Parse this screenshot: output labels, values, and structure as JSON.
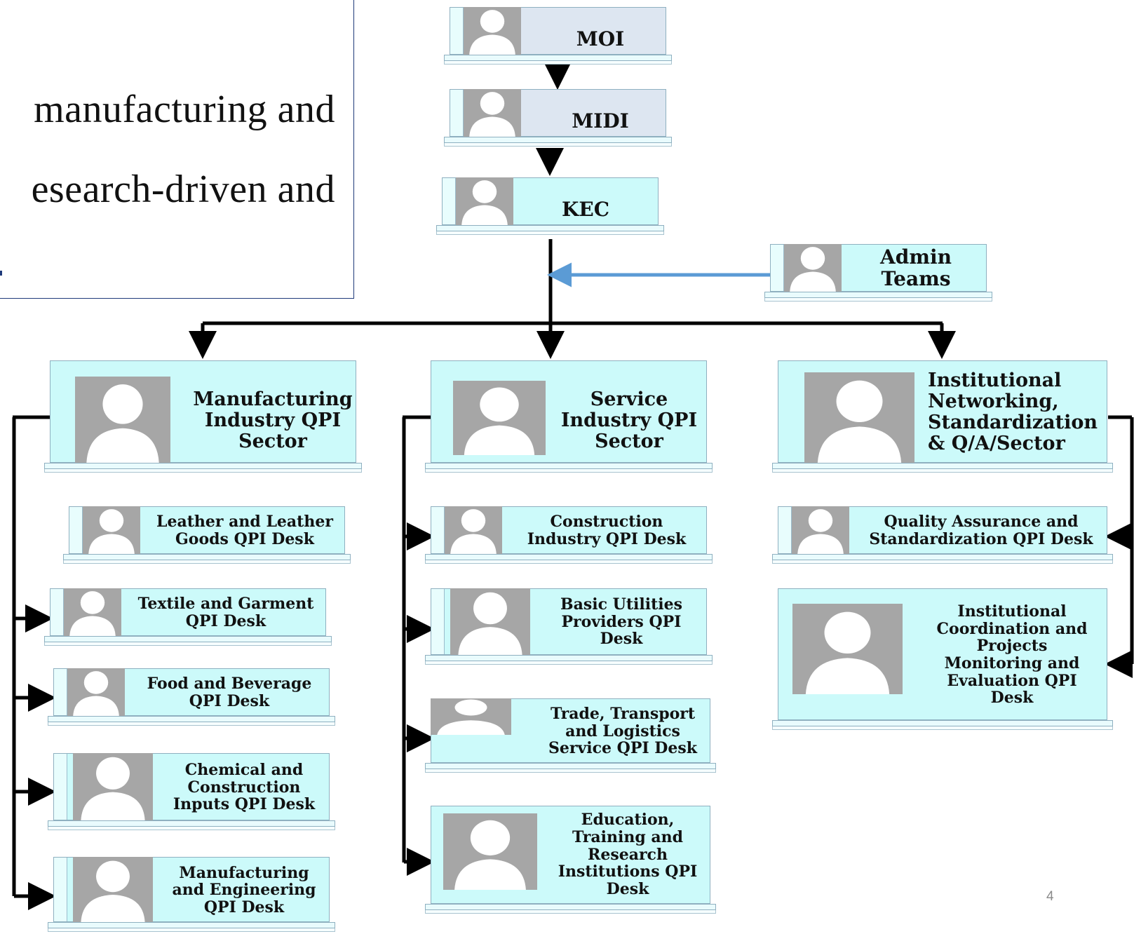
{
  "text_box": {
    "lines": [
      "manufacturing and",
      "esearch-driven and"
    ]
  },
  "page_number": "4",
  "colors": {
    "card_fill": "#ccfafa",
    "top_card_fill": "#dde6f1",
    "photo_placeholder": "#a6a6a6",
    "connector": "#000000",
    "admin_connector": "#5b9bd5"
  },
  "nodes": {
    "moi": "MOI",
    "midi": "MIDI",
    "kec": "KEC",
    "admin": "Admin\nTeams",
    "manufacturing_sector": "Manufacturing\nIndustry QPI\nSector",
    "service_sector": "Service\nIndustry QPI\nSector",
    "institutional_sector": "Institutional\nNetworking,\nStandardization\n& Q/A/Sector",
    "leather": "Leather and Leather\nGoods QPI Desk",
    "textile": "Textile and Garment\nQPI Desk",
    "food": "Food and Beverage\nQPI Desk",
    "chemical": "Chemical and\nConstruction\nInputs QPI Desk",
    "mfg_eng": "Manufacturing\nand Engineering\nQPI Desk",
    "construction": "Construction\nIndustry QPI Desk",
    "utilities": "Basic Utilities\nProviders QPI\nDesk",
    "trade": "Trade, Transport\nand Logistics\nService QPI Desk",
    "education": "Education,\nTraining and\nResearch\nInstitutions QPI\nDesk",
    "quality": "Quality Assurance and\nStandardization QPI Desk",
    "coordination": "Institutional\nCoordination and\nProjects\nMonitoring and\nEvaluation QPI\nDesk"
  }
}
